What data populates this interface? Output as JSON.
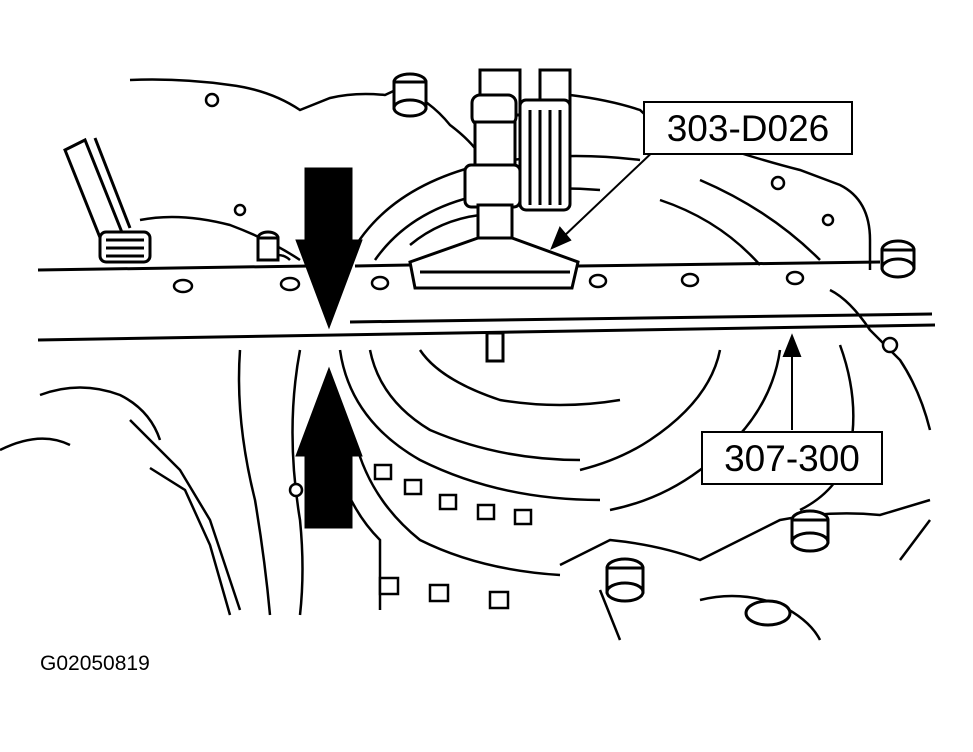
{
  "callouts": {
    "tool_upper": "303-D026",
    "tool_lower": "307-300"
  },
  "figure_id": "G02050819",
  "colors": {
    "ink": "#000000",
    "paper": "#ffffff"
  }
}
